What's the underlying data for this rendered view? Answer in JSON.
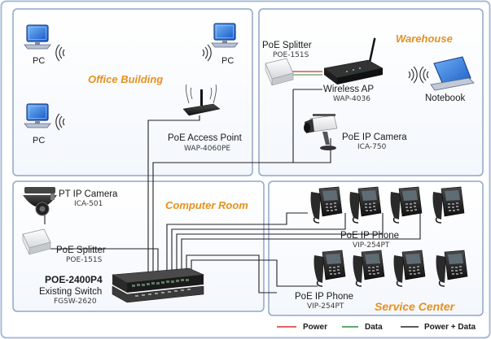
{
  "colors": {
    "frame": "#a9bbd6",
    "zone_border": "#8fa6cc",
    "area_title": "#e8901c",
    "power_line": "#d63030",
    "data_line": "#2f8a3c",
    "power_data_line": "#202020",
    "product_name": "#1d3c8f"
  },
  "zones": {
    "office": "Office Building",
    "warehouse": "Warehouse",
    "computer_room": "Computer Room",
    "service_center": "Service Center"
  },
  "devices": {
    "pc_label": "PC",
    "poe_ap": {
      "name": "PoE Access Point",
      "model": "WAP-4060PE"
    },
    "splitter_wh": {
      "name": "PoE Splitter",
      "model": "POE-151S"
    },
    "wireless_ap": {
      "name": "Wireless AP",
      "model": "WAP-4036"
    },
    "notebook": {
      "name": "Notebook"
    },
    "ip_camera": {
      "name": "PoE IP Camera",
      "model": "ICA-750"
    },
    "pt_camera": {
      "name": "PT IP Camera",
      "model": "ICA-501"
    },
    "splitter_cr": {
      "name": "PoE Splitter",
      "model": "POE-151S"
    },
    "poe_switch": {
      "name": "POE-2400P4"
    },
    "existing_switch": {
      "name": "Existing Switch",
      "model": "FGSW-2620"
    },
    "phones_top": {
      "name": "PoE IP Phone",
      "model": "VIP-254PT"
    },
    "phones_bottom": {
      "name": "PoE IP Phone",
      "model": "VIP-254PT"
    }
  },
  "legend": {
    "power": "Power",
    "data": "Data",
    "power_data": "Power + Data"
  }
}
